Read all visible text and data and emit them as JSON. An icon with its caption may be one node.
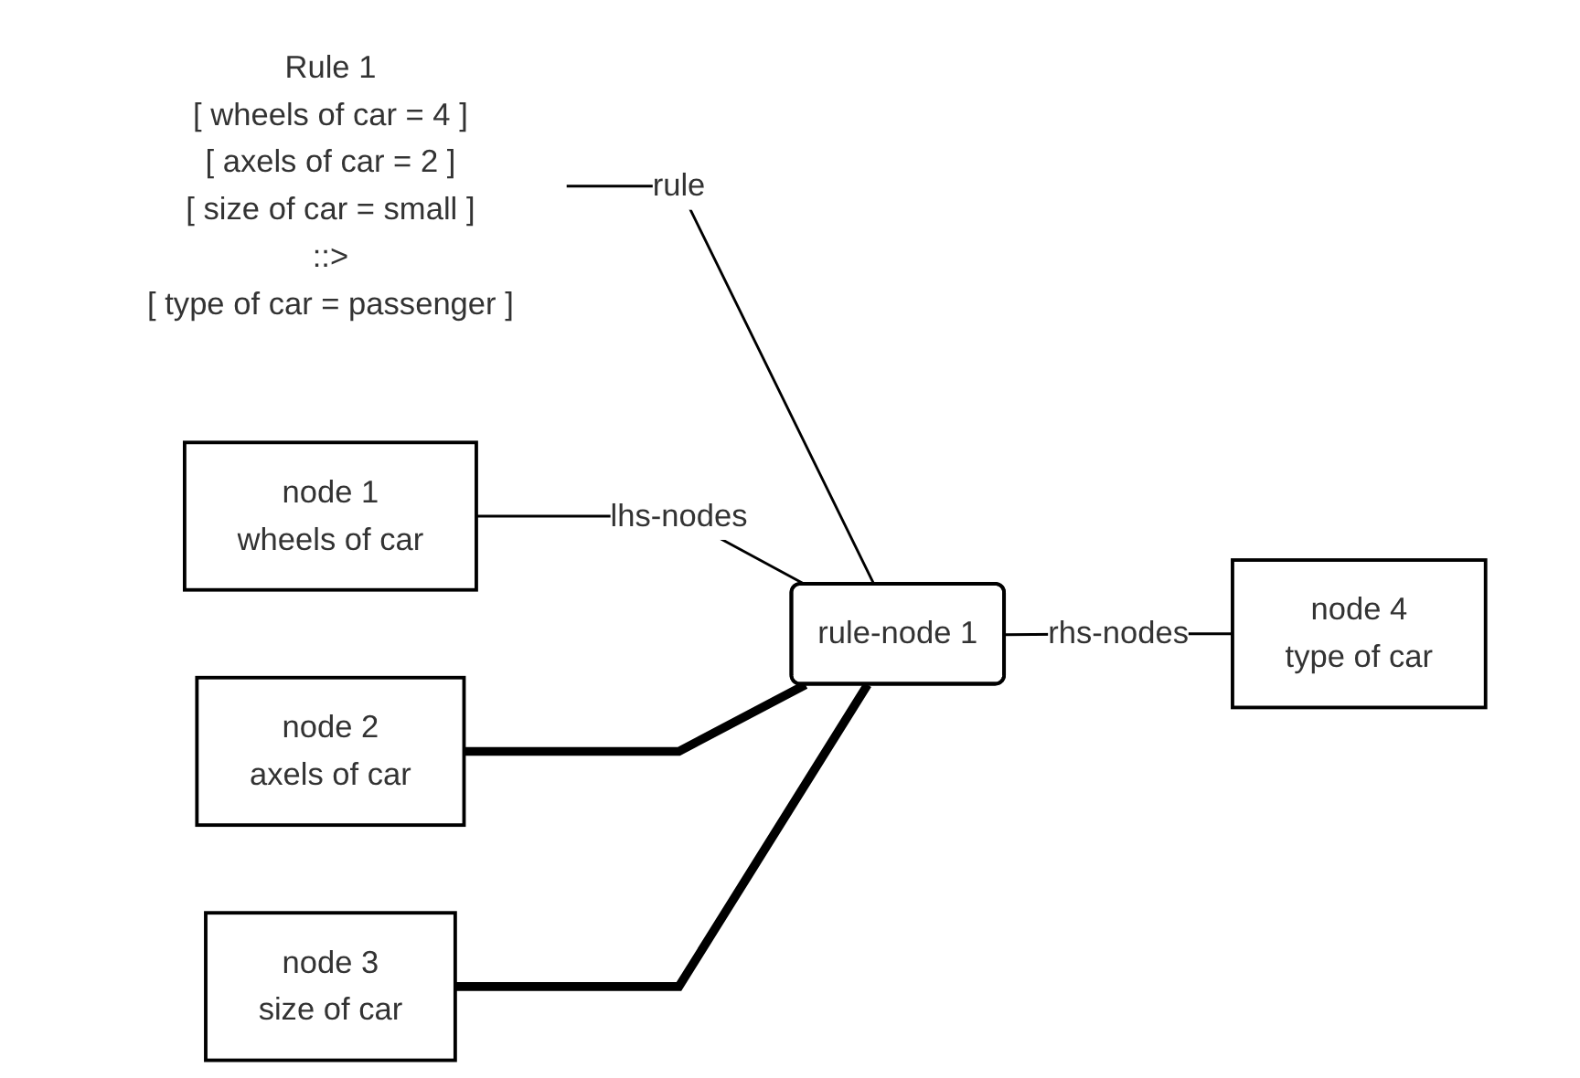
{
  "diagram": {
    "nodes": [
      {
        "text": [
          "Rule 1",
          "[ wheels of car = 4 ]",
          "[ axels of car = 2 ]",
          "[ size of car = small ]",
          "::>",
          "[ type of car = passenger ]"
        ]
      },
      {
        "text": [
          "rule-node 1"
        ]
      },
      {
        "text": [
          "node 1",
          "wheels of car"
        ]
      },
      {
        "text": [
          "node 2",
          "axels of car"
        ]
      },
      {
        "text": [
          "node 3",
          "size of car"
        ]
      },
      {
        "text": [
          "node 4",
          "type of car"
        ]
      }
    ],
    "edges": [
      {
        "from": 0,
        "to": 1,
        "arrow": "none",
        "label": "rule"
      },
      {
        "from": 2,
        "to": 1,
        "arrow": "none",
        "label": "lhs-nodes"
      },
      {
        "from": 3,
        "to": 1,
        "arrow": "none",
        "style": "thick"
      },
      {
        "from": 4,
        "to": 1,
        "arrow": "none",
        "style": "thick"
      },
      {
        "from": 1,
        "to": 5,
        "arrow": "none",
        "label": "rhs-nodes"
      }
    ]
  }
}
